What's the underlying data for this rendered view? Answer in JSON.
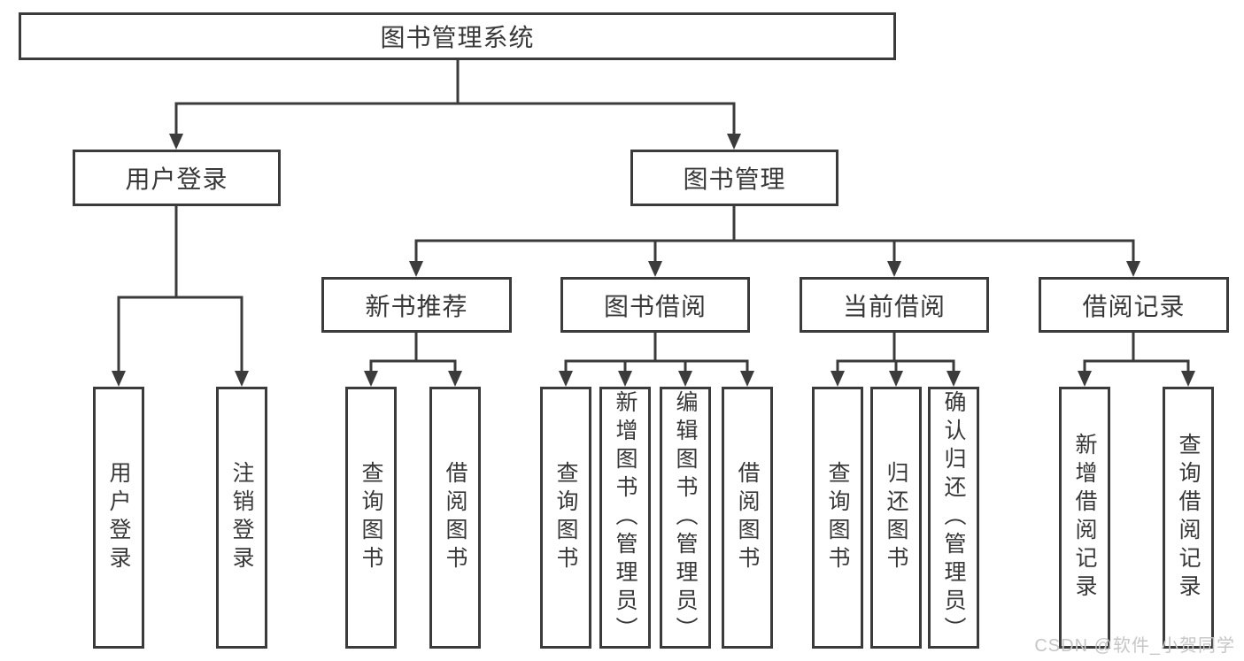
{
  "diagram": {
    "root": "图书管理系统",
    "level2": {
      "user_login": "用户登录",
      "book_management": "图书管理"
    },
    "level3": {
      "new_book": "新书推荐",
      "book_borrow": "图书借阅",
      "current_borrow": "当前借阅",
      "borrow_records": "借阅记录"
    },
    "leaves": {
      "user": [
        "用户登录",
        "注销登录"
      ],
      "new_book": [
        "查询图书",
        "借阅图书"
      ],
      "book_borrow": [
        "查询图书",
        "新增图书（管理员）",
        "编辑图书（管理员）",
        "借阅图书"
      ],
      "current_borrow": [
        "查询图书",
        "归还图书",
        "确认归还（管理员）"
      ],
      "borrow_records": [
        "新增借阅记录",
        "查询借阅记录"
      ]
    }
  },
  "watermark": "CSDN @软件_小贺同学",
  "colors": {
    "stroke": "#3b3b3b",
    "text": "#383838",
    "watermark": "#c6c6c6",
    "background": "#ffffff"
  }
}
